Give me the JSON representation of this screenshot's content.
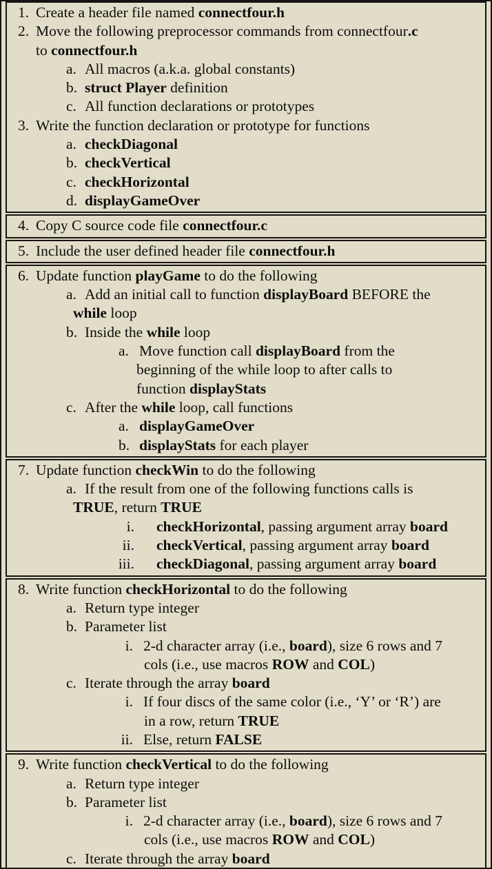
{
  "document": {
    "kind": "assignment-instructions",
    "colors": {
      "page_background": "#e2ddc9",
      "border": "#151310",
      "text": "#0e0d0b"
    },
    "sections": [
      {
        "lines": [
          {
            "type": "l1",
            "marker": "1.",
            "runs": [
              {
                "t": "Create a header file named "
              },
              {
                "t": "connectfour.h",
                "b": true
              }
            ]
          },
          {
            "type": "l1",
            "marker": "2.",
            "runs": [
              {
                "t": "Move the following preprocessor commands from connectfour"
              },
              {
                "t": ".c",
                "b": true
              }
            ]
          },
          {
            "type": "c1",
            "runs": [
              {
                "t": "to "
              },
              {
                "t": "connectfour.h",
                "b": true
              }
            ]
          },
          {
            "type": "l2",
            "marker": "a.",
            "runs": [
              {
                "t": "All macros (a.k.a. global constants)"
              }
            ]
          },
          {
            "type": "l2",
            "marker": "b.",
            "runs": [
              {
                "t": "struct Player",
                "b": true
              },
              {
                "t": " definition"
              }
            ]
          },
          {
            "type": "l2",
            "marker": "c.",
            "runs": [
              {
                "t": "All function declarations or prototypes"
              }
            ]
          },
          {
            "type": "l1",
            "marker": "3.",
            "runs": [
              {
                "t": "Write the function declaration or prototype for functions"
              }
            ]
          },
          {
            "type": "l2",
            "marker": "a.",
            "runs": [
              {
                "t": "checkDiagonal",
                "b": true
              }
            ]
          },
          {
            "type": "l2",
            "marker": "b.",
            "runs": [
              {
                "t": "checkVertical",
                "b": true
              }
            ]
          },
          {
            "type": "l2",
            "marker": "c.",
            "runs": [
              {
                "t": "checkHorizontal",
                "b": true
              }
            ]
          },
          {
            "type": "l2",
            "marker": "d.",
            "runs": [
              {
                "t": "displayGameOver",
                "b": true
              }
            ]
          }
        ]
      },
      {
        "lines": [
          {
            "type": "l1",
            "marker": "4.",
            "runs": [
              {
                "t": "Copy C source code file "
              },
              {
                "t": "connectfour.c",
                "b": true
              }
            ]
          }
        ]
      },
      {
        "lines": [
          {
            "type": "l1",
            "marker": "5.",
            "runs": [
              {
                "t": "Include the user defined header file "
              },
              {
                "t": "connectfour.h",
                "b": true
              }
            ]
          }
        ]
      },
      {
        "lines": [
          {
            "type": "l1",
            "marker": "6.",
            "runs": [
              {
                "t": "Update function "
              },
              {
                "t": "playGame",
                "b": true
              },
              {
                "t": " to do the following"
              }
            ]
          },
          {
            "type": "l2",
            "marker": "a.",
            "runs": [
              {
                "t": "Add an initial call to function "
              },
              {
                "t": "displayBoard",
                "b": true
              },
              {
                "t": " BEFORE the"
              }
            ]
          },
          {
            "type": "c2",
            "runs": [
              {
                "t": "while",
                "b": true
              },
              {
                "t": " loop"
              }
            ]
          },
          {
            "type": "l2",
            "marker": "b.",
            "runs": [
              {
                "t": "Inside the "
              },
              {
                "t": "while",
                "b": true
              },
              {
                "t": " loop"
              }
            ]
          },
          {
            "type": "l3",
            "marker": "a.",
            "runs": [
              {
                "t": "Move function call "
              },
              {
                "t": "displayBoard",
                "b": true
              },
              {
                "t": " from the"
              }
            ]
          },
          {
            "type": "c3",
            "runs": [
              {
                "t": "beginning of the while loop to after calls to"
              }
            ]
          },
          {
            "type": "c3",
            "runs": [
              {
                "t": "function "
              },
              {
                "t": "displayStats",
                "b": true
              }
            ]
          },
          {
            "type": "l2",
            "marker": "c.",
            "runs": [
              {
                "t": "After the "
              },
              {
                "t": "while",
                "b": true
              },
              {
                "t": " loop, call functions"
              }
            ]
          },
          {
            "type": "l3",
            "marker": "a.",
            "runs": [
              {
                "t": "displayGameOver",
                "b": true
              }
            ]
          },
          {
            "type": "l3",
            "marker": "b.",
            "runs": [
              {
                "t": "displayStats",
                "b": true
              },
              {
                "t": " for each player"
              }
            ]
          }
        ]
      },
      {
        "lines": [
          {
            "type": "l1",
            "marker": "7.",
            "runs": [
              {
                "t": "Update function "
              },
              {
                "t": "checkWin",
                "b": true
              },
              {
                "t": " to do the following"
              }
            ]
          },
          {
            "type": "l2",
            "marker": "a.",
            "runs": [
              {
                "t": "If the result from one of the following functions calls is"
              }
            ]
          },
          {
            "type": "c2",
            "runs": [
              {
                "t": "TRUE",
                "b": true
              },
              {
                "t": ", return "
              },
              {
                "t": "TRUE",
                "b": true
              }
            ]
          },
          {
            "type": "rom",
            "marker": "i.",
            "runs": [
              {
                "t": "checkHorizontal",
                "b": true
              },
              {
                "t": ", passing argument array "
              },
              {
                "t": "board",
                "b": true
              }
            ]
          },
          {
            "type": "rom",
            "marker": "ii.",
            "runs": [
              {
                "t": "checkVertical",
                "b": true
              },
              {
                "t": ", passing argument array "
              },
              {
                "t": "board",
                "b": true
              }
            ]
          },
          {
            "type": "rom",
            "marker": "iii.",
            "runs": [
              {
                "t": "checkDiagonal",
                "b": true
              },
              {
                "t": ", passing argument array "
              },
              {
                "t": "board",
                "b": true
              }
            ]
          }
        ]
      },
      {
        "lines": [
          {
            "type": "l1",
            "marker": "8.",
            "runs": [
              {
                "t": "Write function "
              },
              {
                "t": "checkHorizontal",
                "b": true
              },
              {
                "t": " to do the following"
              }
            ]
          },
          {
            "type": "l2",
            "marker": "a.",
            "runs": [
              {
                "t": "Return type integer"
              }
            ]
          },
          {
            "type": "l2",
            "marker": "b.",
            "runs": [
              {
                "t": "Parameter list"
              }
            ]
          },
          {
            "type": "l3r",
            "marker": "i.",
            "runs": [
              {
                "t": "2-d character array (i.e., "
              },
              {
                "t": "board",
                "b": true
              },
              {
                "t": "), size 6 rows and 7"
              }
            ]
          },
          {
            "type": "c3r",
            "runs": [
              {
                "t": "cols (i.e., use macros "
              },
              {
                "t": "ROW",
                "b": true
              },
              {
                "t": " and "
              },
              {
                "t": "COL",
                "b": true
              },
              {
                "t": ")"
              }
            ]
          },
          {
            "type": "l2",
            "marker": "c.",
            "runs": [
              {
                "t": "Iterate through the array "
              },
              {
                "t": "board",
                "b": true
              }
            ]
          },
          {
            "type": "l3r",
            "marker": "i.",
            "runs": [
              {
                "t": "If four discs of the same color (i.e., ‘Y’ or ‘R’) are"
              }
            ]
          },
          {
            "type": "c3r",
            "runs": [
              {
                "t": "in a row, return "
              },
              {
                "t": "TRUE",
                "b": true
              }
            ]
          },
          {
            "type": "l3r",
            "marker": "ii.",
            "runs": [
              {
                "t": "Else, return "
              },
              {
                "t": "FALSE",
                "b": true
              }
            ]
          }
        ]
      },
      {
        "lines": [
          {
            "type": "l1",
            "marker": "9.",
            "runs": [
              {
                "t": "Write function "
              },
              {
                "t": "checkVertical",
                "b": true
              },
              {
                "t": " to do the following"
              }
            ]
          },
          {
            "type": "l2",
            "marker": "a.",
            "runs": [
              {
                "t": "Return type integer"
              }
            ]
          },
          {
            "type": "l2",
            "marker": "b.",
            "runs": [
              {
                "t": "Parameter list"
              }
            ]
          },
          {
            "type": "l3r",
            "marker": "i.",
            "runs": [
              {
                "t": "2-d character array (i.e., "
              },
              {
                "t": "board",
                "b": true
              },
              {
                "t": "), size 6 rows and 7"
              }
            ]
          },
          {
            "type": "c3r",
            "runs": [
              {
                "t": "cols (i.e., use macros "
              },
              {
                "t": "ROW",
                "b": true
              },
              {
                "t": " and "
              },
              {
                "t": "COL",
                "b": true
              },
              {
                "t": ")"
              }
            ]
          },
          {
            "type": "l2",
            "marker": "c.",
            "runs": [
              {
                "t": "Iterate through the array "
              },
              {
                "t": "board",
                "b": true
              }
            ]
          }
        ]
      }
    ]
  }
}
